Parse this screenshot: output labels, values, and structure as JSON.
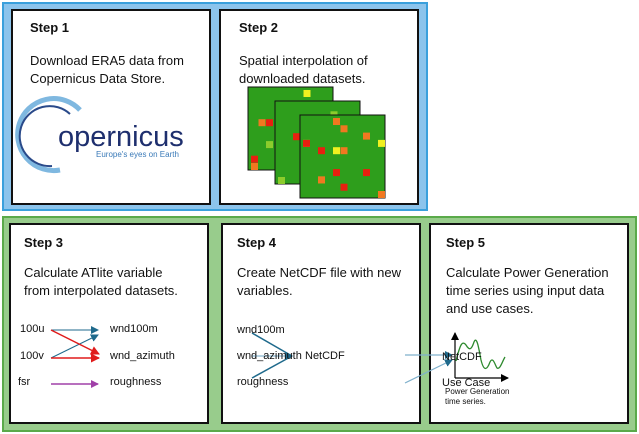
{
  "steps": [
    {
      "title": "Step 1",
      "text": [
        "Download ERA5 data from",
        "Copernicus Data Store."
      ]
    },
    {
      "title": "Step 2",
      "text": [
        "Spatial interpolation of",
        "downloaded datasets."
      ]
    },
    {
      "title": "Step 3",
      "text": [
        "Calculate ATlite variable",
        "from interpolated datasets."
      ]
    },
    {
      "title": "Step 4",
      "text": [
        "Create NetCDF file with new",
        "variables."
      ]
    },
    {
      "title": "Step 5",
      "text": [
        "Calculate Power Generation",
        "time series using input data",
        "and use cases."
      ]
    }
  ],
  "logo": {
    "name": "Copernicus",
    "tagline": "Europe's eyes on Earth"
  },
  "step3": {
    "inputs": [
      "100u",
      "100v",
      "fsr"
    ],
    "outputs": [
      "wnd100m",
      "wnd_azimuth",
      "roughness"
    ]
  },
  "step4": {
    "inputs": [
      "wnd100m",
      "wnd_azimuth",
      "roughness"
    ],
    "output": "NetCDF"
  },
  "step5": {
    "inputs": [
      "NetCDF",
      "Use Case"
    ],
    "chart_label": [
      "Power Generation",
      "time series."
    ]
  },
  "colors": {
    "blue_arrow": "#1f6a8c",
    "red_arrow": "#e01c1c",
    "purple_arrow": "#a040a8",
    "map_green": "#2e9e1c"
  }
}
